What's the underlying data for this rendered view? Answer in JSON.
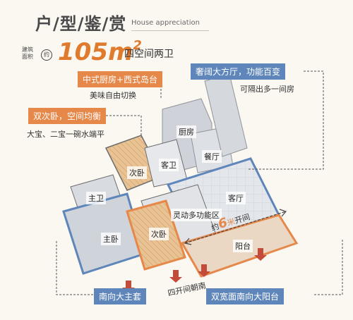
{
  "title": {
    "cn": "户/型/鉴/赏",
    "en": "House appreciation"
  },
  "area": {
    "label": "建筑面积",
    "prefix": "约",
    "value": "105m",
    "unit_sup": "2",
    "desc": "四空间两卫"
  },
  "callouts": {
    "kitchen": {
      "title": "中式厨房+西式岛台",
      "sub": "美味自由切换"
    },
    "bedrooms": {
      "title": "双次卧，空间均衡",
      "sub": "大宝、二宝一碗水端平"
    },
    "living": {
      "title": "奢阔大方厅，功能百变",
      "sub": "可隔出多一间房"
    },
    "master": {
      "title": "南向大主套"
    },
    "balcony": {
      "title": "双宽面南向大阳台"
    }
  },
  "rooms": {
    "kitchen": "厨房",
    "dining": "餐厅",
    "guest_bath": "客卫",
    "second_bed_top": "次卧",
    "master_bath": "主卫",
    "master_bed": "主卧",
    "second_bed_bottom": "次卧",
    "multi": "灵动多功能区",
    "living": "客厅",
    "balcony": "阳台"
  },
  "annotations": {
    "width_prefix": "约",
    "width_num": "6",
    "width_unit": "米",
    "width_suffix": "开间",
    "south": "四开间朝南"
  },
  "colors": {
    "orange": "#e5884a",
    "blue": "#5f86ba"
  }
}
